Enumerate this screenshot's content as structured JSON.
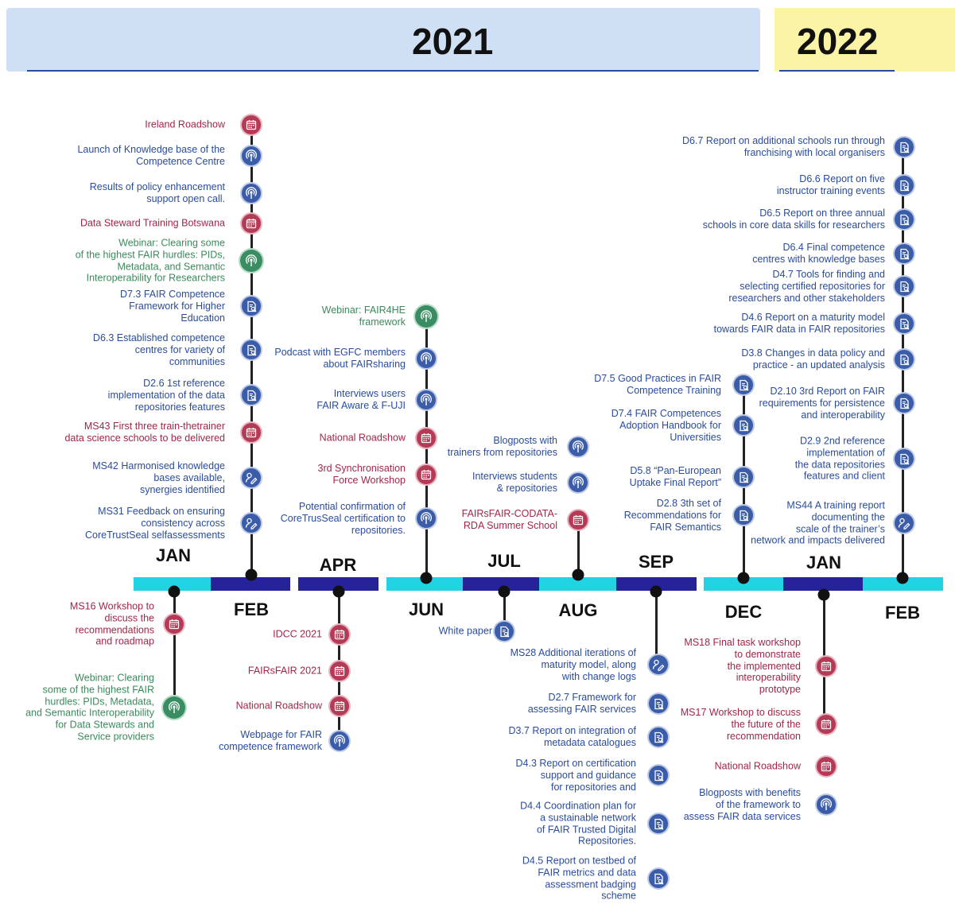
{
  "years": [
    {
      "id": "y2021",
      "label": "2021"
    },
    {
      "id": "y2022",
      "label": "2022"
    }
  ],
  "months": {
    "jan1": "JAN",
    "feb1": "FEB",
    "apr": "APR",
    "jun": "JUN",
    "jul": "JUL",
    "aug": "AUG",
    "sep": "SEP",
    "dec": "DEC",
    "jan2": "JAN",
    "feb2": "FEB"
  },
  "colors": {
    "cyan": "#22d3e4",
    "navy": "#26239a",
    "red": "#a02748",
    "blue": "#2a4c9c",
    "green": "#3c8a5c"
  },
  "items": {
    "feb_top": [
      {
        "text": "Ireland Roadshow",
        "kind": "red",
        "icon": "calendar-icon"
      },
      {
        "text": "Launch of Knowledge base of the\nCompetence Centre",
        "kind": "blue",
        "icon": "broadcast-icon"
      },
      {
        "text": "Results of policy enhancement\nsupport open call.",
        "kind": "blue",
        "icon": "broadcast-icon"
      },
      {
        "text": "Data Steward Training Botswana",
        "kind": "red",
        "icon": "calendar-icon"
      },
      {
        "text": "Webinar: Clearing some\nof the highest FAIR hurdles: PIDs,\nMetadata, and Semantic\nInteroperability for Researchers",
        "kind": "green",
        "icon": "broadcast-icon"
      },
      {
        "text": "D7.3 FAIR Competence\nFramework for Higher\nEducation",
        "kind": "blue",
        "icon": "document-search-icon"
      },
      {
        "text": "D6.3 Established competence\ncentres for variety of\ncommunities",
        "kind": "blue",
        "icon": "document-search-icon"
      },
      {
        "text": "D2.6 1st reference\nimplementation of the data\nrepositories features",
        "kind": "blue",
        "icon": "document-search-icon"
      },
      {
        "text": "MS43 First three train-thetrainer\ndata science schools to be delivered",
        "kind": "red",
        "icon": "calendar-icon"
      },
      {
        "text": "MS42 Harmonised knowledge\nbases available,\nsynergies identified",
        "kind": "blue",
        "icon": "edit-icon"
      },
      {
        "text": "MS31 Feedback on ensuring\nconsistency across\nCoreTrustSeal selfassessments",
        "kind": "blue",
        "icon": "edit-icon"
      }
    ],
    "jan_bottom": [
      {
        "text": "MS16 Workshop to\ndiscuss the\nrecommendations\nand roadmap",
        "kind": "red",
        "icon": "calendar-icon"
      },
      {
        "text": "Webinar: Clearing\nsome of the highest FAIR\nhurdles: PIDs, Metadata,\nand Semantic Interoperability\nfor Data Stewards and\nService providers",
        "kind": "green",
        "icon": "broadcast-icon"
      }
    ],
    "apr_bottom": [
      {
        "text": "IDCC 2021",
        "kind": "red",
        "icon": "calendar-icon"
      },
      {
        "text": "FAIRsFAIR 2021",
        "kind": "red",
        "icon": "calendar-icon"
      },
      {
        "text": "National Roadshow",
        "kind": "red",
        "icon": "calendar-icon"
      },
      {
        "text": "Webpage for FAIR\ncompetence framework",
        "kind": "blue",
        "icon": "broadcast-icon"
      }
    ],
    "jun_top": [
      {
        "text": "Webinar: FAIR4HE\nframework",
        "kind": "green",
        "icon": "broadcast-icon"
      },
      {
        "text": "Podcast with EGFC members\nabout FAIRsharing",
        "kind": "blue",
        "icon": "broadcast-icon"
      },
      {
        "text": "Interviews users\nFAIR Aware & F-UJI",
        "kind": "blue",
        "icon": "broadcast-icon"
      },
      {
        "text": "National Roadshow",
        "kind": "red",
        "icon": "calendar-icon"
      },
      {
        "text": "3rd Synchronisation\nForce Workshop",
        "kind": "red",
        "icon": "calendar-icon"
      },
      {
        "text": "Potential confirmation of\nCoreTrusSeal certification to\nrepositories.",
        "kind": "blue",
        "icon": "broadcast-icon"
      }
    ],
    "jul_bottom": [
      {
        "text": "White paper",
        "kind": "blue",
        "icon": "document-search-icon"
      }
    ],
    "aug_top": [
      {
        "text": "Blogposts with\ntrainers from repositories",
        "kind": "blue",
        "icon": "broadcast-icon"
      },
      {
        "text": "Interviews students\n& repositories",
        "kind": "blue",
        "icon": "broadcast-icon"
      },
      {
        "text": "FAIRsFAIR-CODATA-\nRDA Summer School",
        "kind": "red",
        "icon": "calendar-icon"
      }
    ],
    "sep_bottom": [
      {
        "text": "MS28 Additional iterations of\nmaturity model, along\nwith change logs",
        "kind": "blue",
        "icon": "edit-icon"
      },
      {
        "text": "D2.7 Framework for\nassessing FAIR services",
        "kind": "blue",
        "icon": "document-search-icon"
      },
      {
        "text": "D3.7 Report on integration of\nmetadata catalogues",
        "kind": "blue",
        "icon": "document-search-icon"
      },
      {
        "text": "D4.3 Report on certification\nsupport and guidance\nfor repositories and",
        "kind": "blue",
        "icon": "document-search-icon"
      },
      {
        "text": "D4.4 Coordination plan for\na sustainable network\nof FAIR Trusted Digital\nRepositories.",
        "kind": "blue",
        "icon": "document-search-icon"
      },
      {
        "text": "D4.5 Report on testbed of\nFAIR metrics and data\nassessment badging\nscheme",
        "kind": "blue",
        "icon": "document-search-icon"
      }
    ],
    "dec_top": [
      {
        "text": "D7.5 Good Practices in FAIR\nCompetence Training",
        "kind": "blue",
        "icon": "document-search-icon"
      },
      {
        "text": "D7.4 FAIR Competences\nAdoption Handbook for\nUniversities",
        "kind": "blue",
        "icon": "document-search-icon"
      },
      {
        "text": "D5.8 “Pan-European\nUptake Final Report”",
        "kind": "blue",
        "icon": "document-search-icon"
      },
      {
        "text": "D2.8 3th set of\nRecommendations for\nFAIR Semantics",
        "kind": "blue",
        "icon": "document-search-icon"
      }
    ],
    "jan2_bottom": [
      {
        "text": "MS18 Final task workshop\nto demonstrate\nthe implemented\ninteroperability\nprototype",
        "kind": "red",
        "icon": "calendar-icon"
      },
      {
        "text": "MS17 Workshop to discuss\nthe future of the\nrecommendation",
        "kind": "red",
        "icon": "calendar-icon"
      },
      {
        "text": "National Roadshow",
        "kind": "red",
        "icon": "calendar-icon"
      },
      {
        "text": "Blogposts with benefits\nof the framework to\nassess FAIR data services",
        "kind": "blue",
        "icon": "broadcast-icon"
      }
    ],
    "feb2_top": [
      {
        "text": "D6.7 Report on additional schools run through\nfranchising with local organisers",
        "kind": "blue",
        "icon": "document-search-icon"
      },
      {
        "text": "D6.6 Report on five\ninstructor training events",
        "kind": "blue",
        "icon": "document-search-icon"
      },
      {
        "text": "D6.5 Report on three annual\nschools in core data skills for researchers",
        "kind": "blue",
        "icon": "document-search-icon"
      },
      {
        "text": "D6.4 Final competence\ncentres with knowledge bases",
        "kind": "blue",
        "icon": "document-search-icon"
      },
      {
        "text": "D4.7 Tools for finding and\nselecting certified repositories for\nresearchers and other stakeholders",
        "kind": "blue",
        "icon": "document-search-icon"
      },
      {
        "text": "D4.6 Report on a maturity model\ntowards FAIR data in FAIR repositories",
        "kind": "blue",
        "icon": "document-search-icon"
      },
      {
        "text": "D3.8 Changes in data policy and\npractice - an updated analysis",
        "kind": "blue",
        "icon": "document-search-icon"
      },
      {
        "text": "D2.10 3rd Report on FAIR\nrequirements for persistence\nand interoperability",
        "kind": "blue",
        "icon": "document-search-icon"
      },
      {
        "text": "D2.9 2nd reference\nimplementation of\nthe data repositories\nfeatures and client",
        "kind": "blue",
        "icon": "document-search-icon"
      },
      {
        "text": "MS44 A training report\ndocumenting the\nscale of the trainer’s\nnetwork and impacts delivered",
        "kind": "blue",
        "icon": "edit-icon"
      }
    ]
  }
}
